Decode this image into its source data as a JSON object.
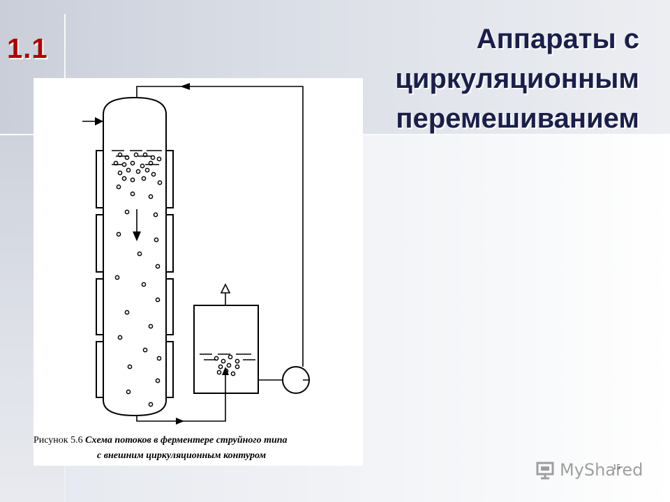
{
  "slide": {
    "number": "1.1",
    "title_lines": [
      "Аппараты с",
      "циркуляционным",
      "перемешиванием"
    ],
    "page_number": "15"
  },
  "figure": {
    "caption_label": "Рисунок 5.6",
    "caption_line1": "Схема потоков в ферментере струйного типа",
    "caption_line2": "с внешним циркуляционным контуром"
  },
  "watermark": {
    "text": "MyShared",
    "icon": "presentation-board-icon"
  },
  "colors": {
    "title": "#1a1f4a",
    "slide_number": "#b00000",
    "diagram_stroke": "#000000"
  }
}
